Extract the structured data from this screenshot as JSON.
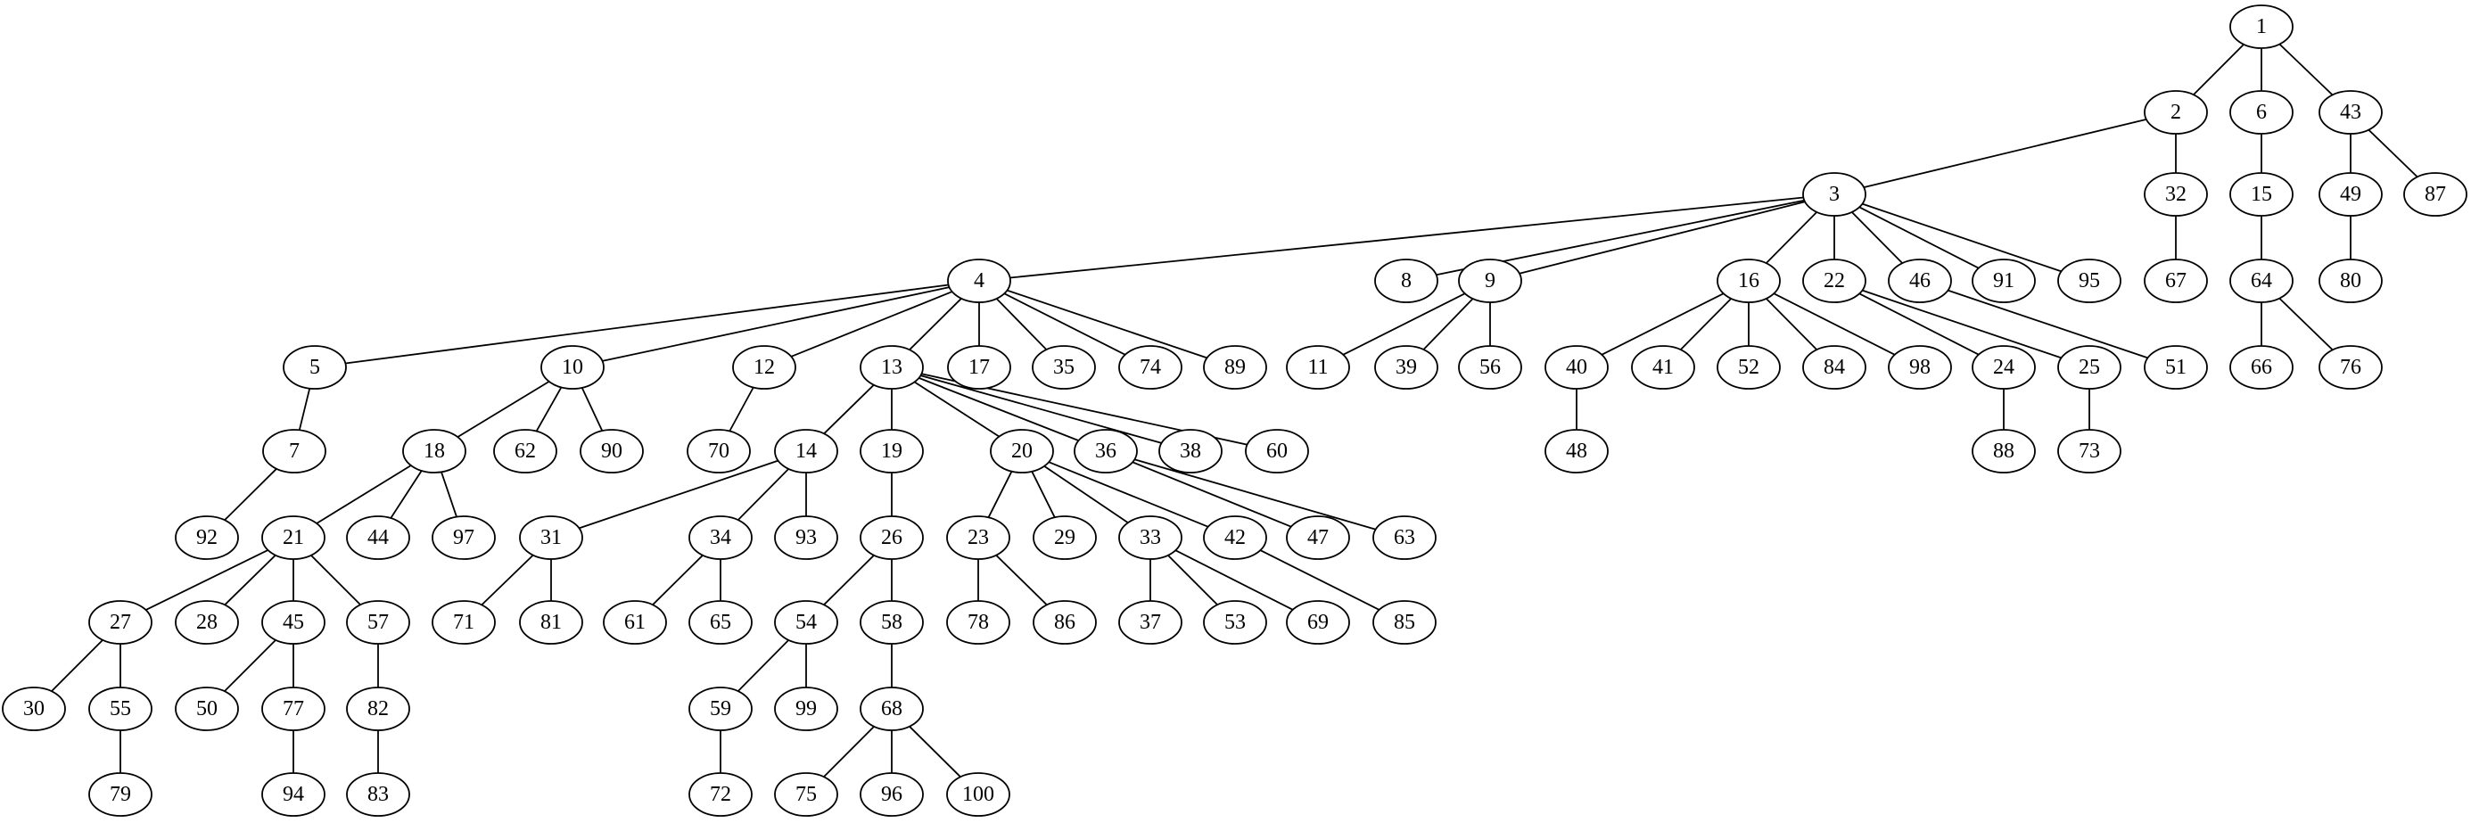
{
  "diagram": {
    "type": "tree",
    "nodes": [
      "1",
      "2",
      "6",
      "43",
      "3",
      "32",
      "15",
      "49",
      "87",
      "4",
      "8",
      "9",
      "16",
      "22",
      "46",
      "91",
      "95",
      "67",
      "64",
      "80",
      "5",
      "10",
      "12",
      "13",
      "17",
      "35",
      "74",
      "89",
      "11",
      "39",
      "56",
      "40",
      "41",
      "52",
      "84",
      "98",
      "24",
      "25",
      "51",
      "66",
      "76",
      "7",
      "18",
      "62",
      "90",
      "70",
      "14",
      "19",
      "20",
      "36",
      "38",
      "60",
      "48",
      "88",
      "73",
      "92",
      "21",
      "44",
      "97",
      "31",
      "34",
      "93",
      "26",
      "23",
      "29",
      "33",
      "42",
      "47",
      "63",
      "27",
      "28",
      "45",
      "57",
      "71",
      "81",
      "61",
      "65",
      "54",
      "58",
      "78",
      "86",
      "37",
      "53",
      "69",
      "85",
      "30",
      "55",
      "50",
      "77",
      "82",
      "59",
      "99",
      "68",
      "79",
      "94",
      "83",
      "72",
      "75",
      "96",
      "100"
    ],
    "edges": [
      [
        "1",
        "2"
      ],
      [
        "1",
        "6"
      ],
      [
        "1",
        "43"
      ],
      [
        "2",
        "3"
      ],
      [
        "2",
        "32"
      ],
      [
        "6",
        "15"
      ],
      [
        "43",
        "49"
      ],
      [
        "43",
        "87"
      ],
      [
        "3",
        "4"
      ],
      [
        "3",
        "8"
      ],
      [
        "3",
        "9"
      ],
      [
        "3",
        "16"
      ],
      [
        "3",
        "22"
      ],
      [
        "3",
        "46"
      ],
      [
        "3",
        "91"
      ],
      [
        "3",
        "95"
      ],
      [
        "32",
        "67"
      ],
      [
        "15",
        "64"
      ],
      [
        "49",
        "80"
      ],
      [
        "4",
        "5"
      ],
      [
        "4",
        "10"
      ],
      [
        "4",
        "12"
      ],
      [
        "4",
        "13"
      ],
      [
        "4",
        "17"
      ],
      [
        "4",
        "35"
      ],
      [
        "4",
        "74"
      ],
      [
        "4",
        "89"
      ],
      [
        "9",
        "11"
      ],
      [
        "9",
        "39"
      ],
      [
        "9",
        "56"
      ],
      [
        "16",
        "40"
      ],
      [
        "16",
        "41"
      ],
      [
        "16",
        "52"
      ],
      [
        "16",
        "84"
      ],
      [
        "16",
        "98"
      ],
      [
        "22",
        "24"
      ],
      [
        "22",
        "25"
      ],
      [
        "46",
        "51"
      ],
      [
        "64",
        "66"
      ],
      [
        "64",
        "76"
      ],
      [
        "5",
        "7"
      ],
      [
        "10",
        "18"
      ],
      [
        "10",
        "62"
      ],
      [
        "10",
        "90"
      ],
      [
        "12",
        "70"
      ],
      [
        "13",
        "14"
      ],
      [
        "13",
        "19"
      ],
      [
        "13",
        "20"
      ],
      [
        "13",
        "36"
      ],
      [
        "13",
        "38"
      ],
      [
        "13",
        "60"
      ],
      [
        "40",
        "48"
      ],
      [
        "24",
        "88"
      ],
      [
        "25",
        "73"
      ],
      [
        "7",
        "92"
      ],
      [
        "18",
        "21"
      ],
      [
        "18",
        "44"
      ],
      [
        "18",
        "97"
      ],
      [
        "14",
        "31"
      ],
      [
        "14",
        "34"
      ],
      [
        "14",
        "93"
      ],
      [
        "19",
        "26"
      ],
      [
        "20",
        "23"
      ],
      [
        "20",
        "29"
      ],
      [
        "20",
        "33"
      ],
      [
        "20",
        "42"
      ],
      [
        "36",
        "47"
      ],
      [
        "36",
        "63"
      ],
      [
        "21",
        "27"
      ],
      [
        "21",
        "28"
      ],
      [
        "21",
        "45"
      ],
      [
        "21",
        "57"
      ],
      [
        "31",
        "71"
      ],
      [
        "31",
        "81"
      ],
      [
        "34",
        "61"
      ],
      [
        "34",
        "65"
      ],
      [
        "26",
        "54"
      ],
      [
        "26",
        "58"
      ],
      [
        "23",
        "78"
      ],
      [
        "23",
        "86"
      ],
      [
        "33",
        "37"
      ],
      [
        "33",
        "53"
      ],
      [
        "33",
        "69"
      ],
      [
        "42",
        "85"
      ],
      [
        "27",
        "30"
      ],
      [
        "27",
        "55"
      ],
      [
        "45",
        "50"
      ],
      [
        "45",
        "77"
      ],
      [
        "57",
        "82"
      ],
      [
        "54",
        "59"
      ],
      [
        "54",
        "99"
      ],
      [
        "58",
        "68"
      ],
      [
        "55",
        "79"
      ],
      [
        "77",
        "94"
      ],
      [
        "82",
        "83"
      ],
      [
        "59",
        "72"
      ],
      [
        "68",
        "75"
      ],
      [
        "68",
        "96"
      ],
      [
        "68",
        "100"
      ]
    ]
  }
}
